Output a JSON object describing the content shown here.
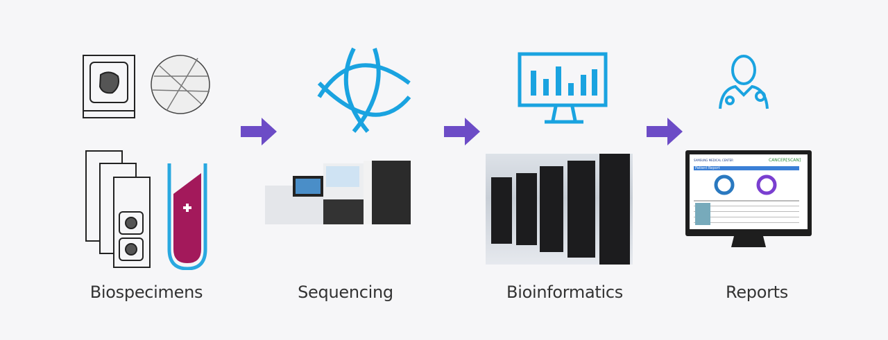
{
  "stages": [
    {
      "label": "Biospecimens"
    },
    {
      "label": "Sequencing"
    },
    {
      "label": "Bioinformatics"
    },
    {
      "label": "Reports"
    }
  ],
  "report": {
    "title": "Patient Report",
    "logo_left": "SAMSUNG MEDICAL CENTER",
    "logo_right": "CANCER[SCAN]"
  },
  "colors": {
    "arrow": "#6c4cc6",
    "accent": "#1aa3e0",
    "tube": "#a3195b"
  }
}
